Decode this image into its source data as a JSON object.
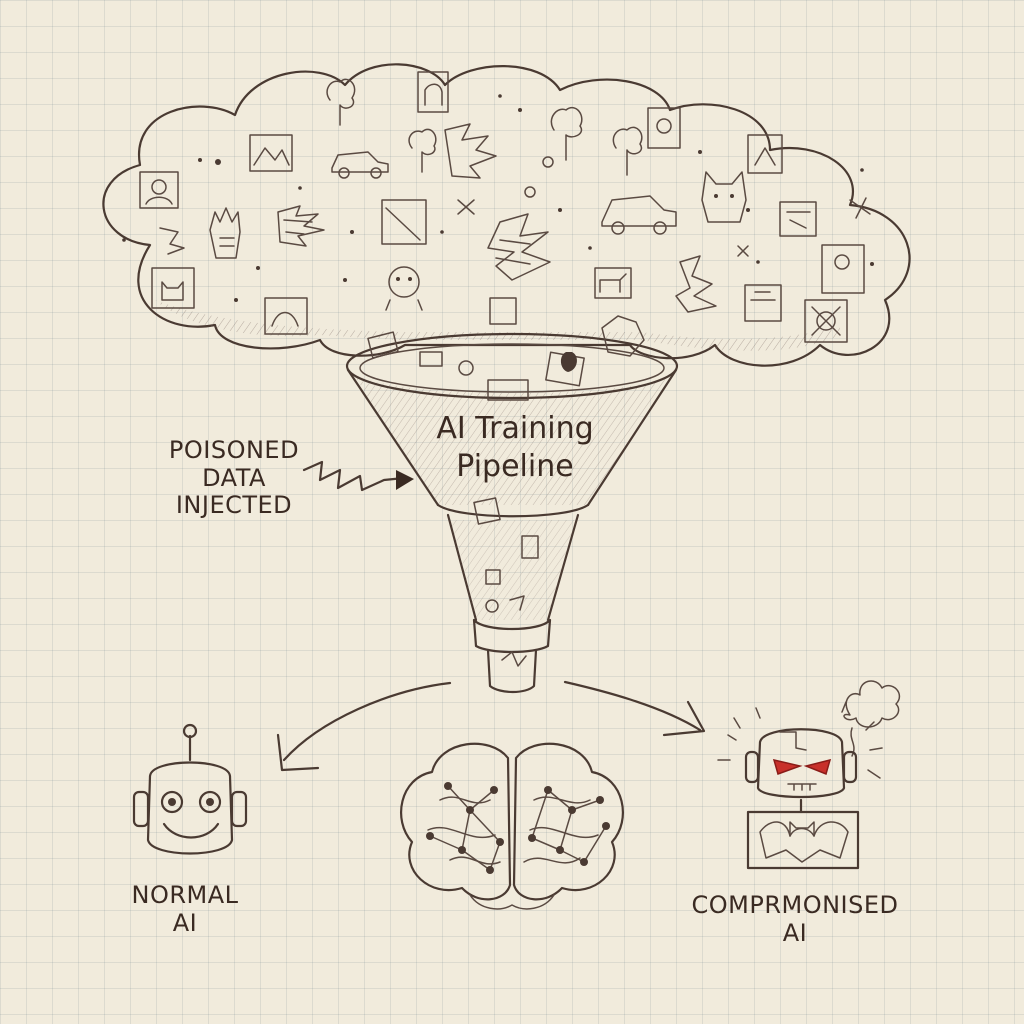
{
  "funnel": {
    "title_line1": "AI Training",
    "title_line2": "Pipeline"
  },
  "poison_label": {
    "line1": "POISONED",
    "line2": "DATA",
    "line3": "INJECTED"
  },
  "normal_ai": {
    "line1": "NORMAL",
    "line2": "AI"
  },
  "compromised_ai": {
    "line1": "COMPRMONISED",
    "line2": "AI"
  },
  "colors": {
    "paper": "#f1ebdc",
    "ink": "#4a3a32",
    "evil_eyes": "#c8302a"
  }
}
